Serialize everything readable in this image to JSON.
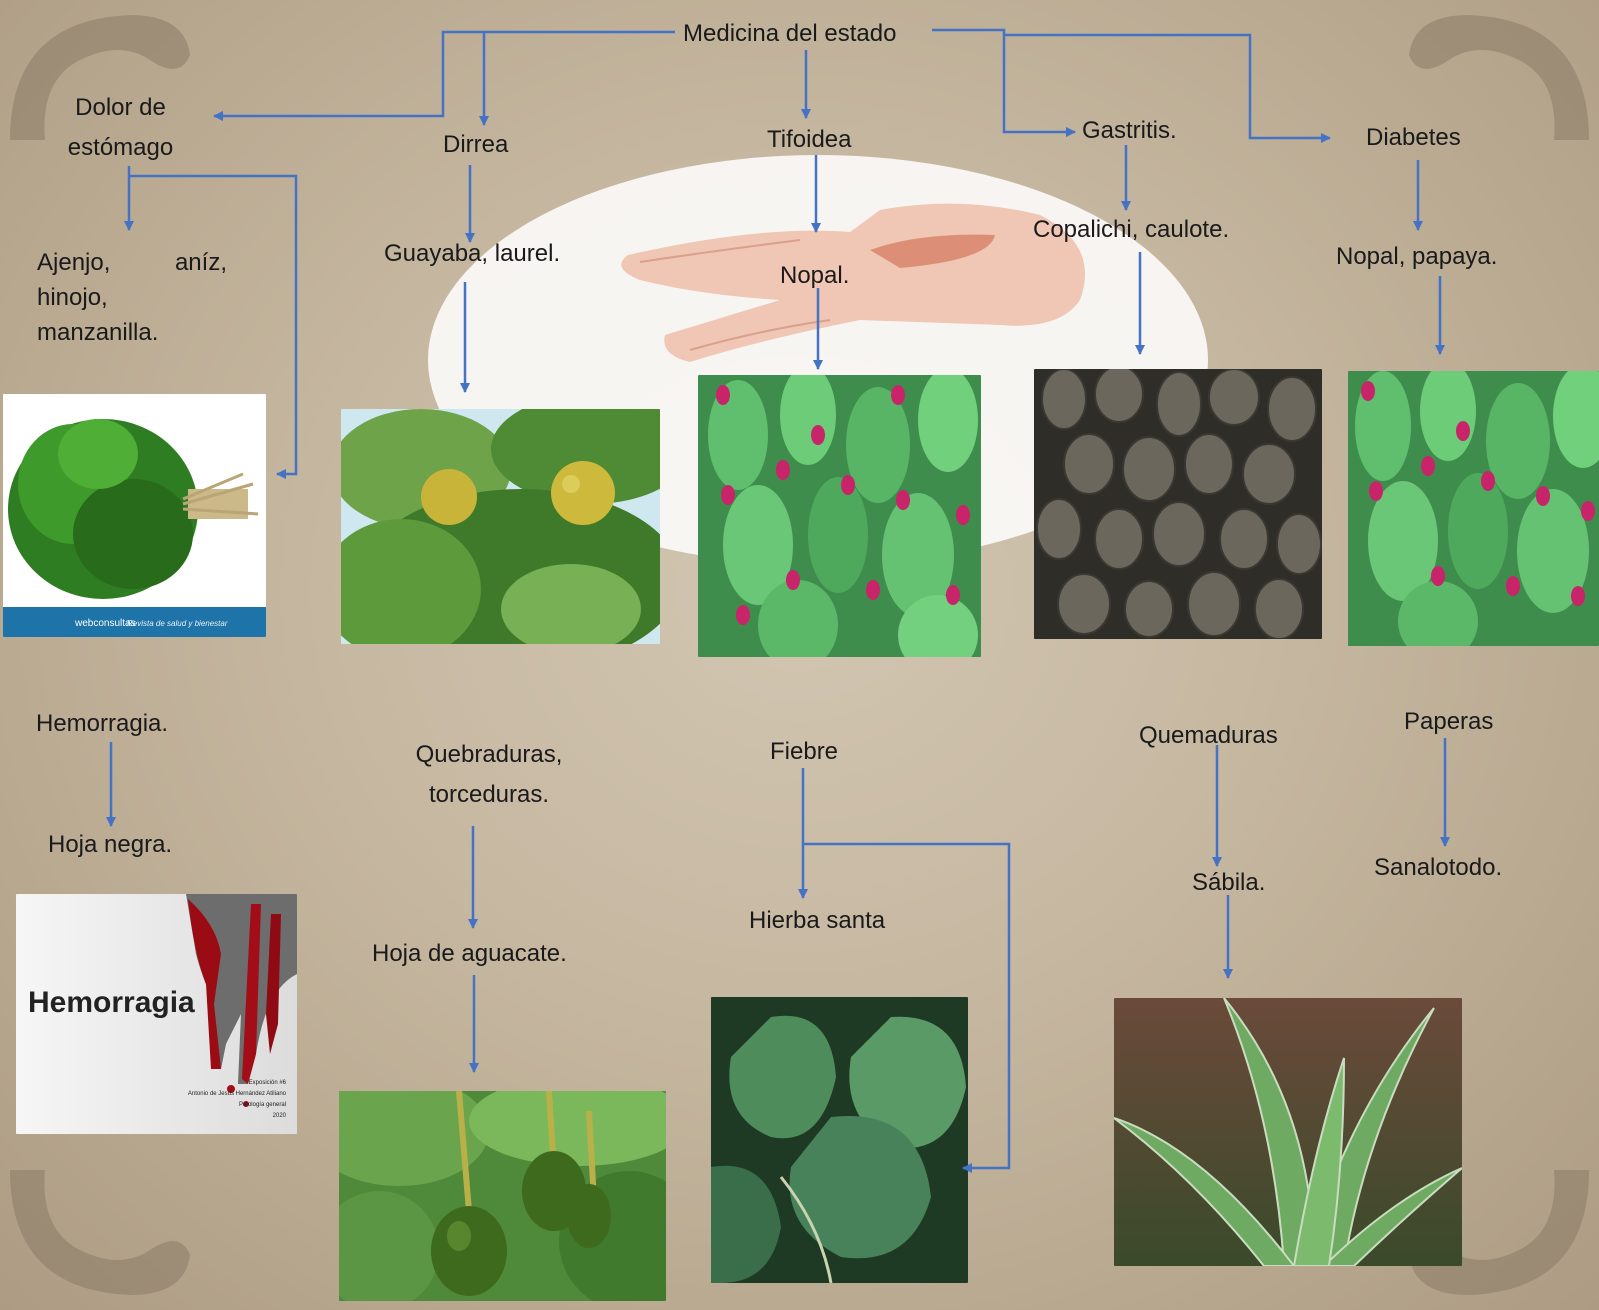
{
  "root": "Medicina del estado",
  "illnesses": {
    "dolor": "Dolor de estómago",
    "dirrea": "Dirrea",
    "tifoidea": "Tifoidea",
    "gastritis": "Gastritis.",
    "diabetes": "Diabetes",
    "hemorragia": "Hemorragia.",
    "quebraduras": "Quebraduras, torceduras.",
    "fiebre": "Fiebre",
    "quemaduras": "Quemaduras",
    "paperas": "Paperas"
  },
  "remedies": {
    "dolor": "Ajenjo, aníz, hinojo, manzanilla.",
    "dirrea": "Guayaba, laurel.",
    "tifoidea": "Nopal.",
    "gastritis": "Copalichi, caulote.",
    "diabetes": "Nopal, papaya.",
    "hemorragia": "Hoja negra.",
    "quebraduras": "Hoja de aguacate.",
    "fiebre": "Hierba santa",
    "quemaduras": "Sábila.",
    "paperas": "Sanalotodo."
  },
  "images": {
    "hinojo": {
      "brand": "webconsultas",
      "tagline": "Revista de salud y bienestar"
    },
    "hemorragia": {
      "title": "Hemorragia",
      "lines": [
        "Exposición #6",
        "Antonio de Jesús Hernández Atiliano",
        "Patología general",
        "2020"
      ]
    }
  },
  "colors": {
    "arrow": "#4472c4",
    "background": "#c8b9a2",
    "ornament": "#8c7b66"
  }
}
